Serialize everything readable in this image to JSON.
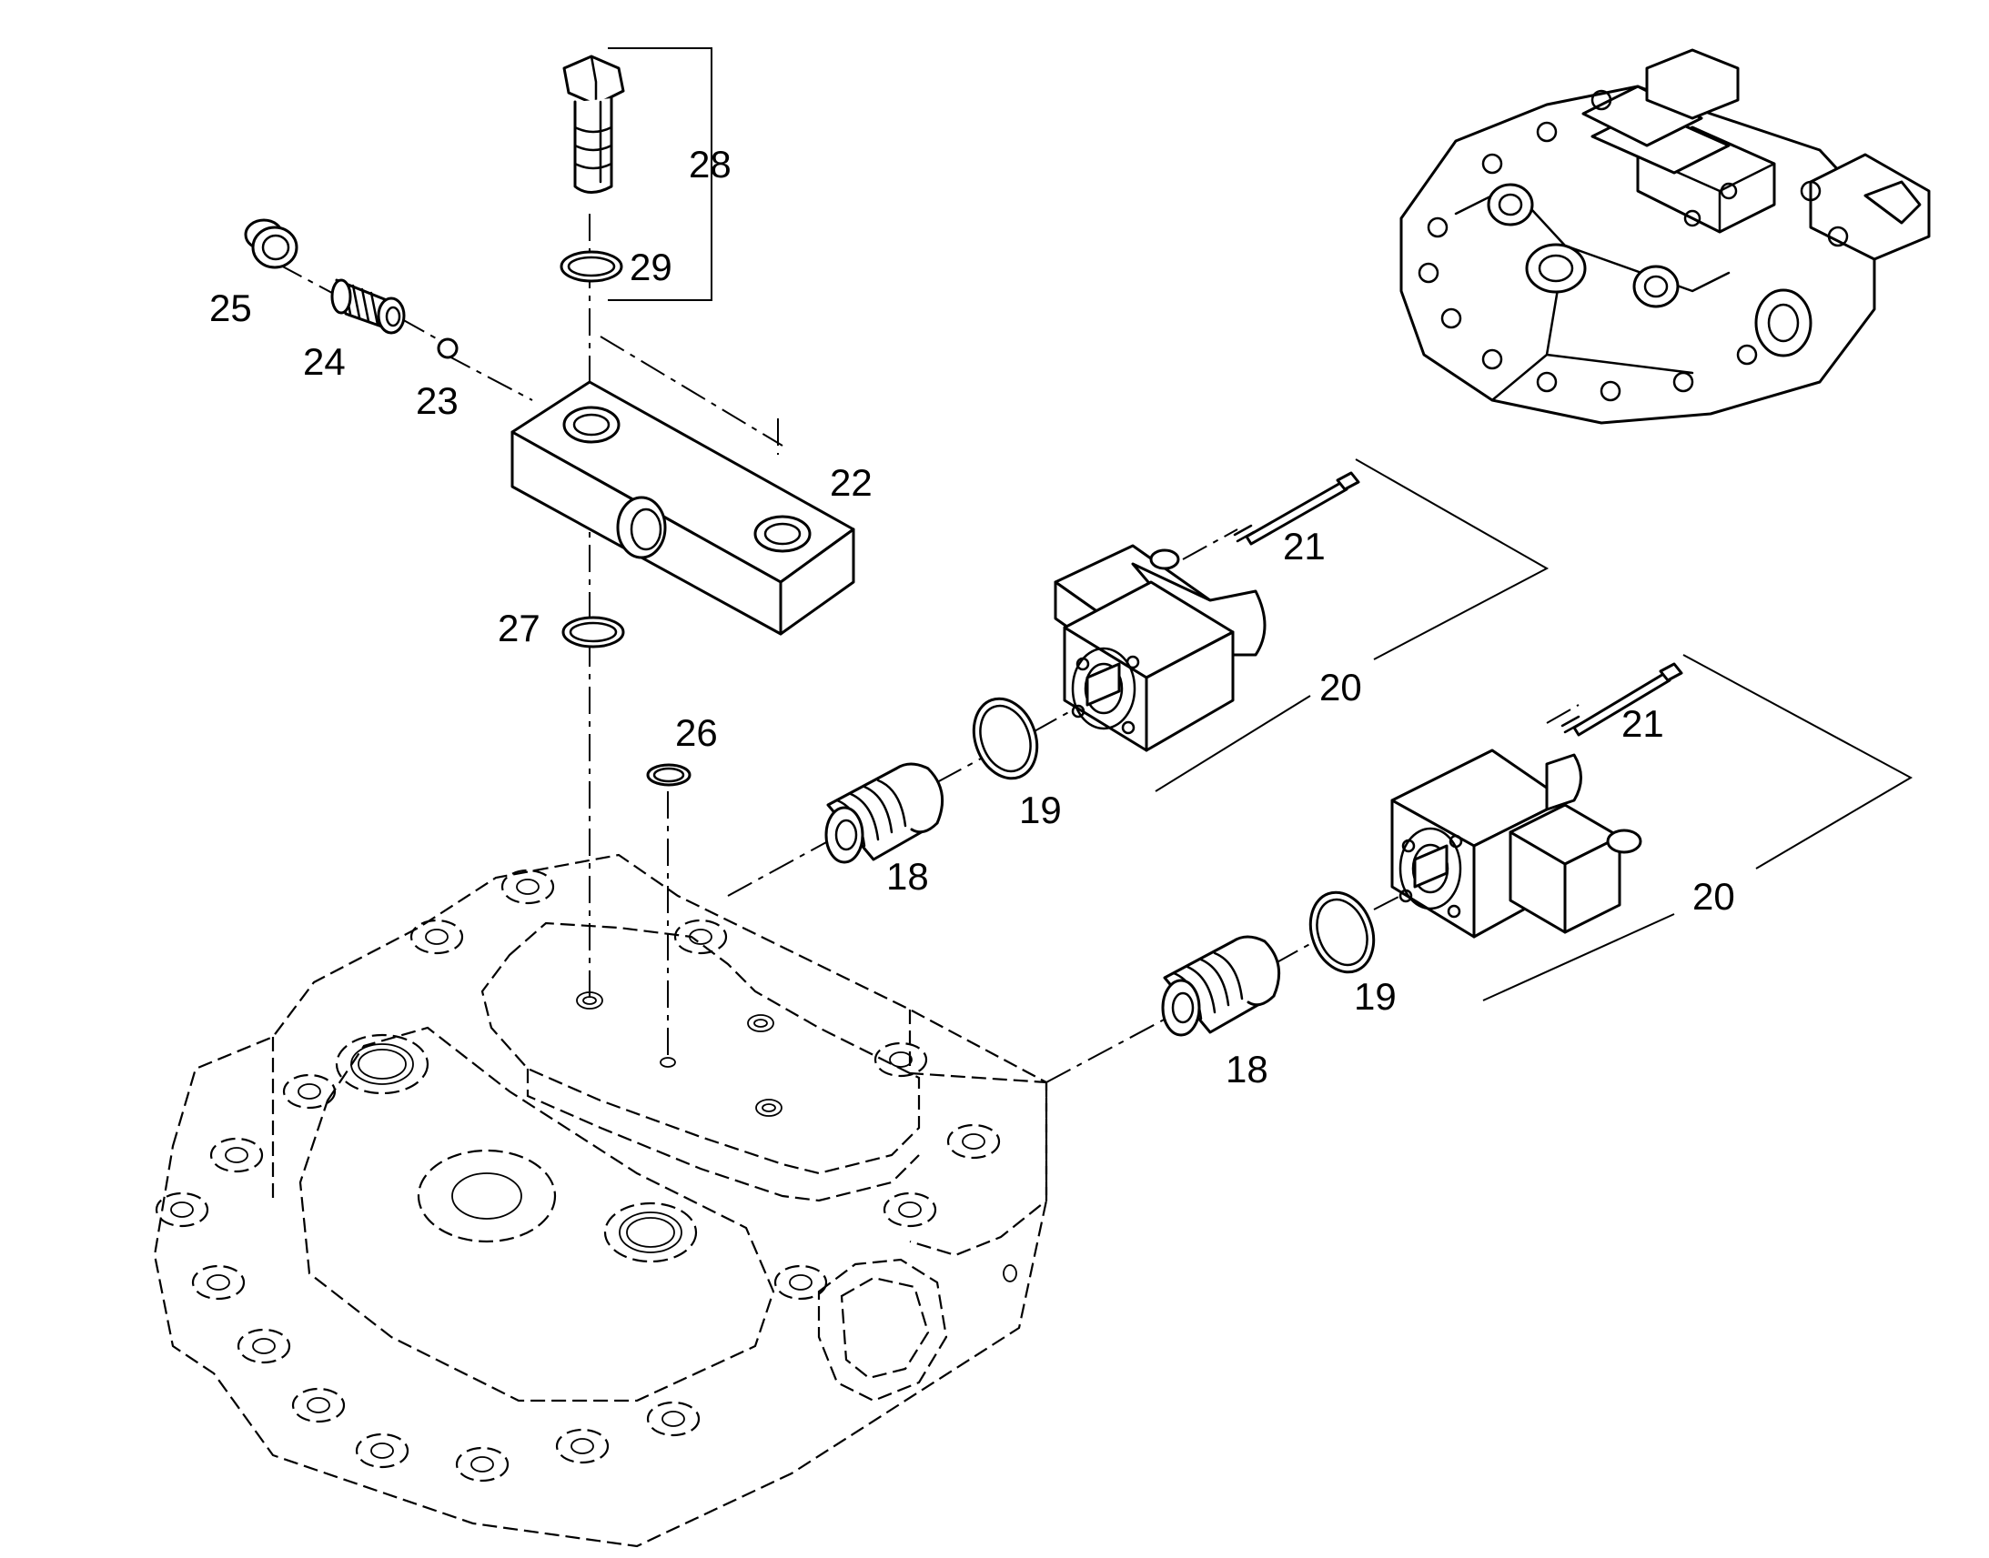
{
  "callouts": {
    "p18a": "18",
    "p18b": "18",
    "p19a": "19",
    "p19b": "19",
    "p20a": "20",
    "p20b": "20",
    "p21a": "21",
    "p21b": "21",
    "p22": "22",
    "p23": "23",
    "p24": "24",
    "p25": "25",
    "p26": "26",
    "p27": "27",
    "p28": "28",
    "p29": "29"
  }
}
